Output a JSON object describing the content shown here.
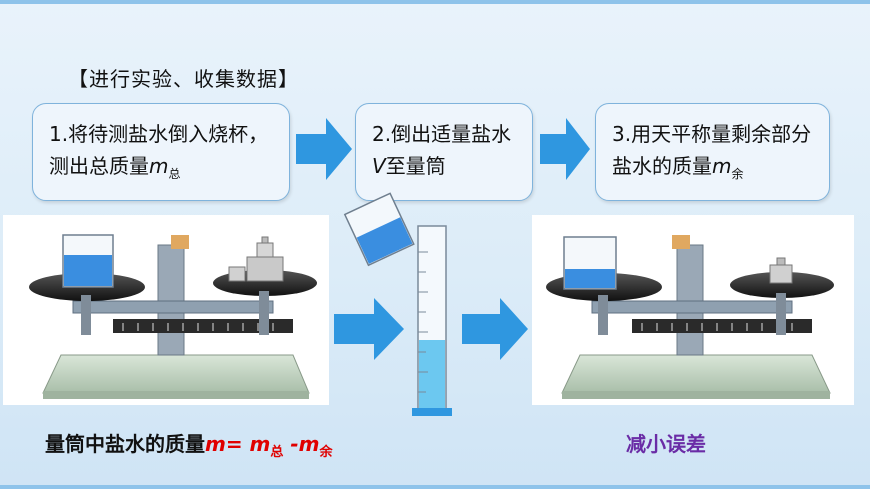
{
  "title": "【进行实验、收集数据】",
  "steps": [
    {
      "text": "1.将待测盐水倒入烧杯，测出总质量",
      "var": "m",
      "sub": "总"
    },
    {
      "text_a": "2.倒出适量盐水",
      "var": "V",
      "text_b": "至量筒"
    },
    {
      "text": "3.用天平称量剩余部分盐水的质量",
      "var": "m",
      "sub": "余"
    }
  ],
  "formula": {
    "label": "量筒中盐水的质量",
    "expr_a": "m= m",
    "sub_a": "总",
    "expr_b": " -m",
    "sub_b": "余"
  },
  "result_label": "减小误差",
  "colors": {
    "arrow": "#2f97e0",
    "water": "#3a8ee0",
    "box_border": "#7fb3dc",
    "formula_red": "#e00000",
    "result_purple": "#6a2ca6"
  }
}
